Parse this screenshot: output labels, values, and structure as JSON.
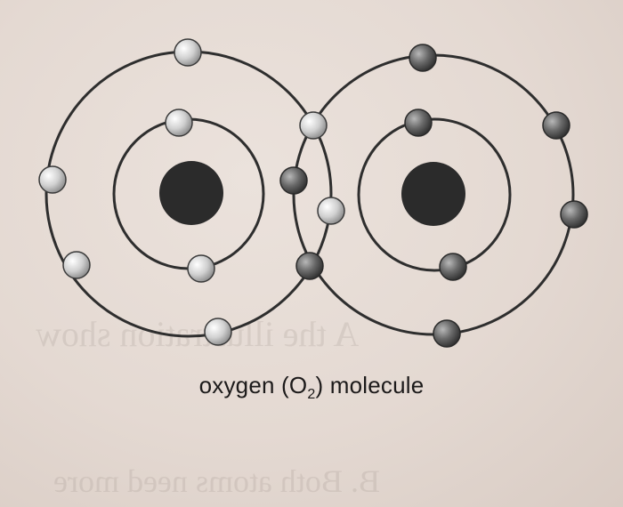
{
  "caption": {
    "prefix": "oxygen (O",
    "subscript": "2",
    "suffix": ") molecule"
  },
  "diagram": {
    "atoms": [
      {
        "name": "left-oxygen-atom",
        "nucleus_color": "#2b2b2b",
        "inner_shell_electrons": 2,
        "outer_shell_electrons": 6
      },
      {
        "name": "right-oxygen-atom",
        "nucleus_color": "#2b2b2b",
        "inner_shell_electrons": 2,
        "outer_shell_electrons": 6
      }
    ],
    "colors": {
      "orbit": "#2e2e2e",
      "electron_light": "#d9d9d9",
      "electron_dark": "#555555",
      "nucleus": "#2b2b2b"
    }
  }
}
